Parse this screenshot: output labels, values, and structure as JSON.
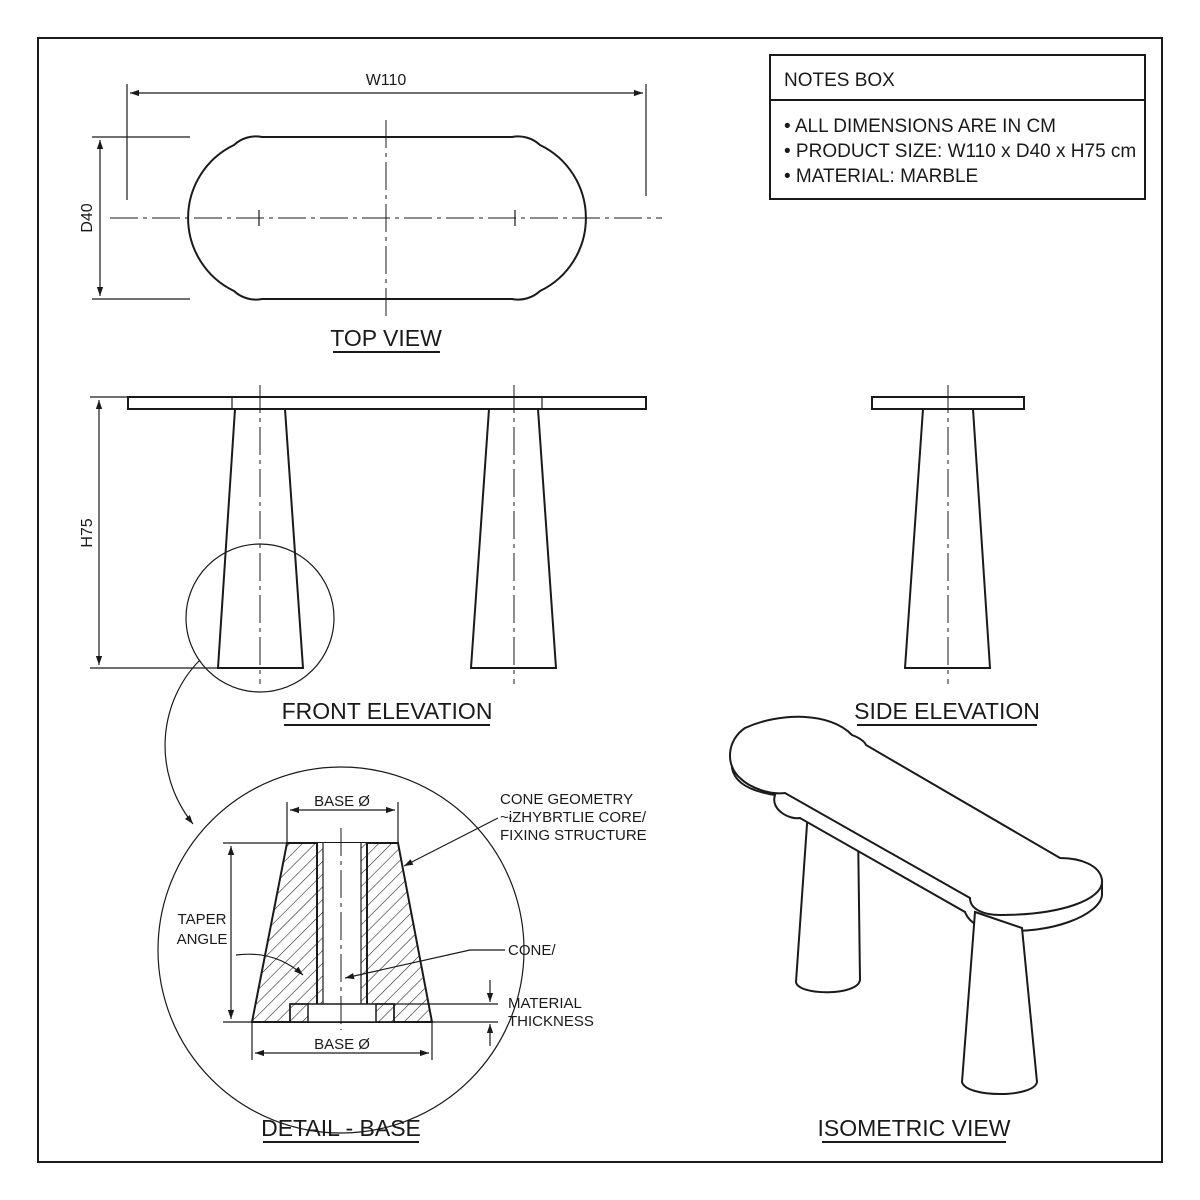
{
  "notes": {
    "title": "NOTES BOX",
    "items": [
      "• ALL DIMENSIONS ARE IN CM",
      "• PRODUCT SIZE: W110 x D40 x H75 cm",
      "• MATERIAL: MARBLE"
    ]
  },
  "views": {
    "top": "TOP VIEW",
    "front": "FRONT ELEVATION",
    "side": "SIDE ELEVATION",
    "detail": "DETAIL - BASE",
    "iso": "ISOMETRIC VIEW"
  },
  "dimensions": {
    "width": "W110",
    "depth": "D40",
    "height": "H75"
  },
  "detail_labels": {
    "base_top": "BASE Ø",
    "base_bottom": "BASE Ø",
    "cone_geometry_1": "CONE GEOMETRY",
    "cone_geometry_2": "~ɨZHYBRTLIE CORE/",
    "cone_geometry_3": "FIXING STRUCTURE",
    "taper_1": "TAPER",
    "taper_2": "ANGLE",
    "cone": "CONE/",
    "material_1": "MATERIAL",
    "material_2": "THICKNESS"
  }
}
